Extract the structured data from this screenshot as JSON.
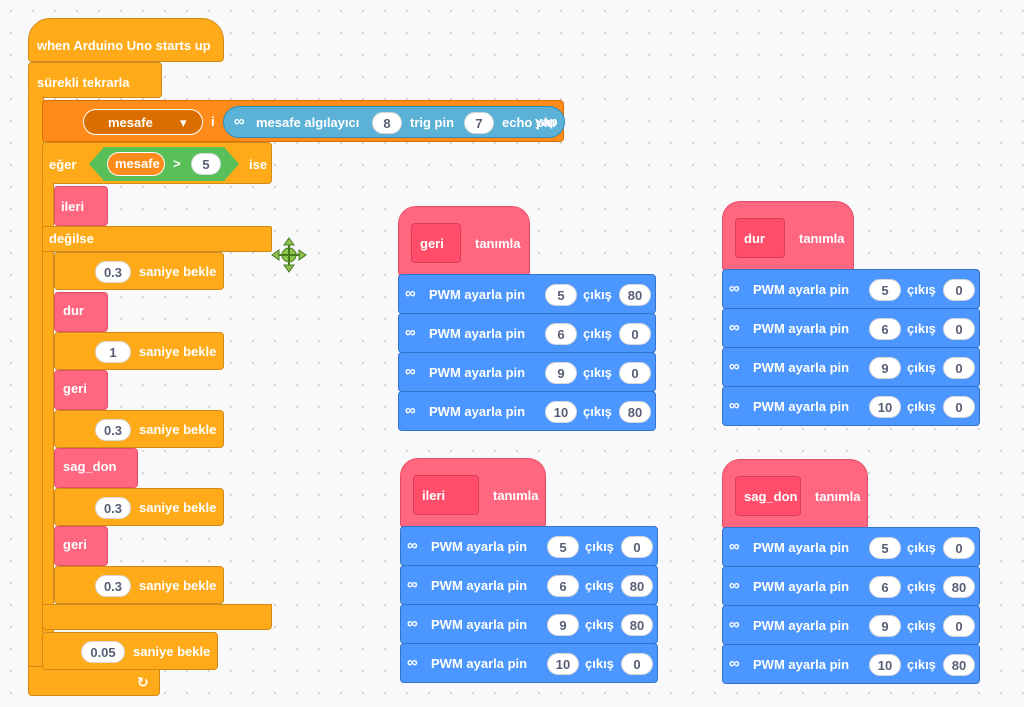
{
  "main": {
    "hat": "when Arduino Uno starts up",
    "forever": "sürekli tekrarla",
    "set_var": {
      "var": "mesafe",
      "dropdown": "▾",
      "to": "i",
      "sensor": "mesafe algılayıcı",
      "trig_val": "8",
      "trig": "trig pin",
      "echo_val": "7",
      "echo": "echo pin",
      "end": "yap"
    },
    "if": {
      "kw": "eğer",
      "var": "mesafe",
      "op": ">",
      "val": "5",
      "then": "ise"
    },
    "if_body": "ileri",
    "else": "değilse",
    "else_body": [
      {
        "type": "wait",
        "val": "0.3",
        "label": "saniye bekle"
      },
      {
        "type": "call",
        "label": "dur"
      },
      {
        "type": "wait",
        "val": "1",
        "label": "saniye bekle"
      },
      {
        "type": "call",
        "label": "geri"
      },
      {
        "type": "wait",
        "val": "0.3",
        "label": "saniye bekle"
      },
      {
        "type": "call",
        "label": "sag_don"
      },
      {
        "type": "wait",
        "val": "0.3",
        "label": "saniye bekle"
      },
      {
        "type": "call",
        "label": "geri"
      },
      {
        "type": "wait",
        "val": "0.3",
        "label": "saniye bekle"
      }
    ],
    "final_wait": {
      "val": "0.05",
      "label": "saniye bekle"
    },
    "loop_arrow": "↻"
  },
  "define_label": "tanımla",
  "pwm_label": "PWM ayarla pin",
  "out_label": "çıkış",
  "defs": [
    {
      "name": "geri",
      "rows": [
        [
          "5",
          "80"
        ],
        [
          "6",
          "0"
        ],
        [
          "9",
          "0"
        ],
        [
          "10",
          "80"
        ]
      ]
    },
    {
      "name": "dur",
      "rows": [
        [
          "5",
          "0"
        ],
        [
          "6",
          "0"
        ],
        [
          "9",
          "0"
        ],
        [
          "10",
          "0"
        ]
      ]
    },
    {
      "name": "ileri",
      "rows": [
        [
          "5",
          "0"
        ],
        [
          "6",
          "80"
        ],
        [
          "9",
          "80"
        ],
        [
          "10",
          "0"
        ]
      ]
    },
    {
      "name": "sag_don",
      "rows": [
        [
          "5",
          "0"
        ],
        [
          "6",
          "80"
        ],
        [
          "9",
          "0"
        ],
        [
          "10",
          "80"
        ]
      ]
    }
  ],
  "colors": {
    "control": "#ffab19",
    "variable": "#ff8c1a",
    "operator": "#59c059",
    "custom": "#ff6680",
    "arduino": "#4c97ff",
    "sensor": "#5cb1d6"
  }
}
